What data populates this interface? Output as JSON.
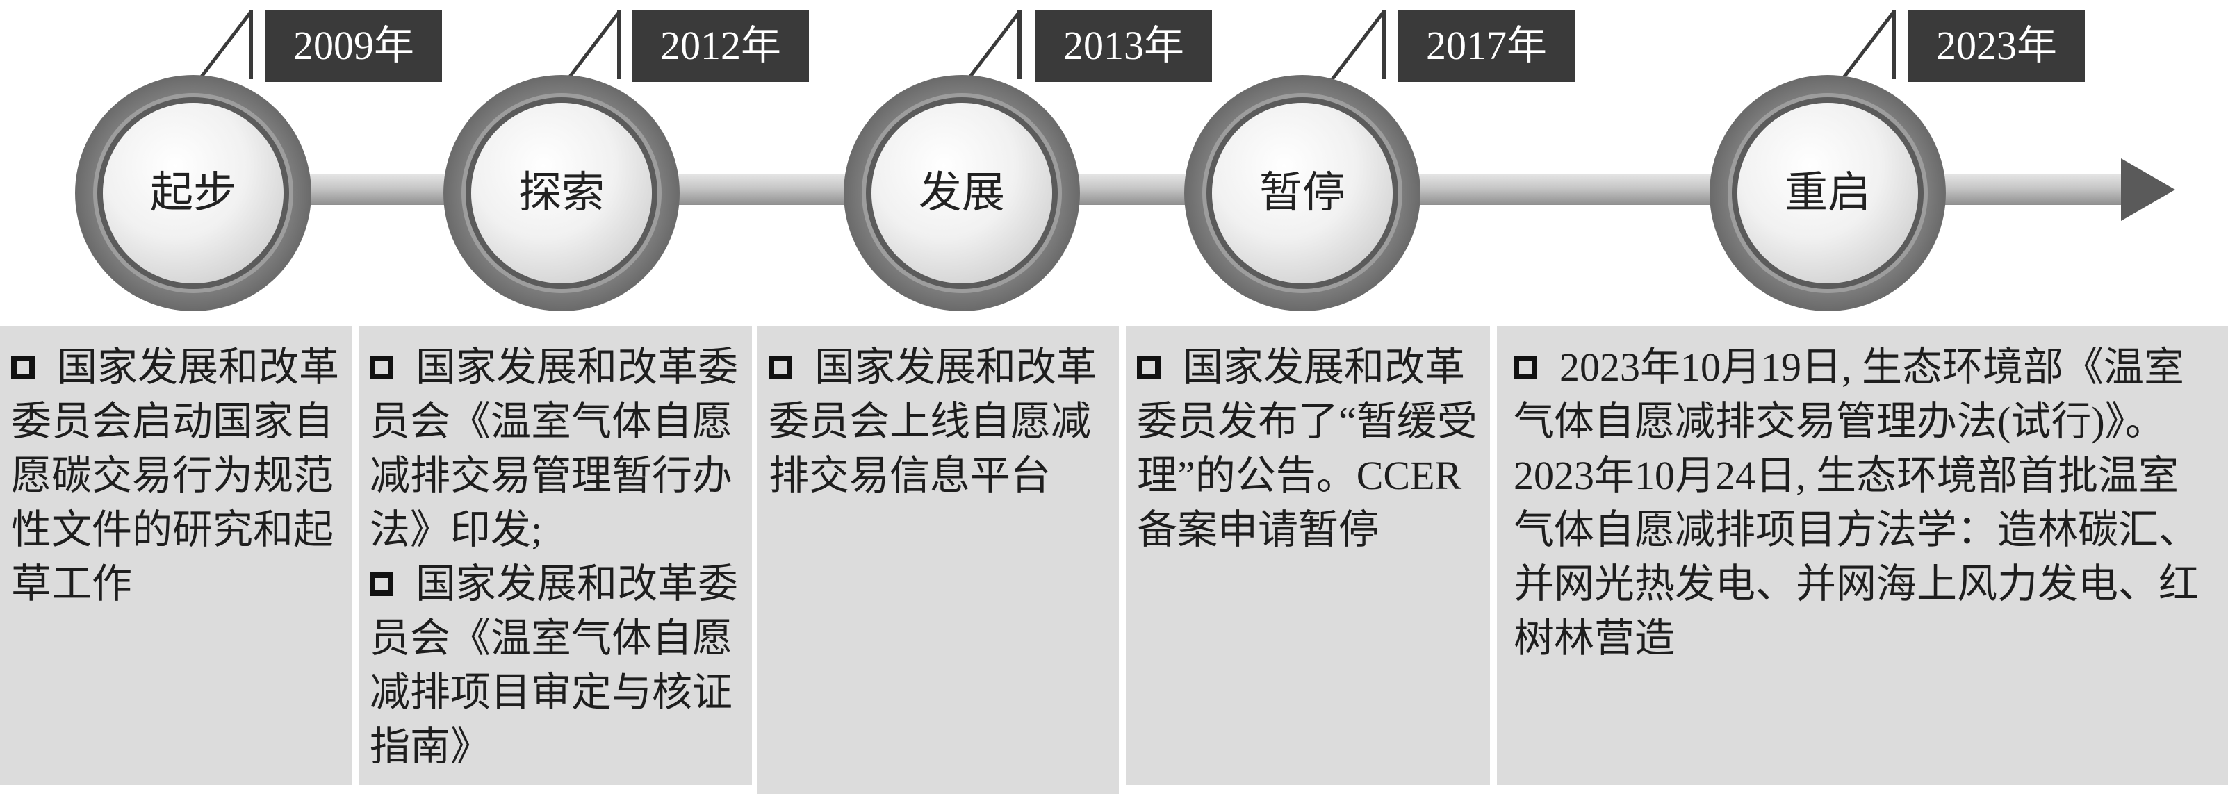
{
  "timeline": {
    "stages": [
      {
        "year": "2009年",
        "label": "起步"
      },
      {
        "year": "2012年",
        "label": "探索"
      },
      {
        "year": "2013年",
        "label": "发展"
      },
      {
        "year": "2017年",
        "label": "暂停"
      },
      {
        "year": "2023年",
        "label": "重启"
      }
    ],
    "columns": [
      {
        "paragraphs": [
          "国家发展和改革委员会启动国家自愿碳交易行为规范性文件的研究和起草工作"
        ]
      },
      {
        "paragraphs": [
          "国家发展和改革委员会《温室气体自愿减排交易管理暂行办法》印发;",
          "国家发展和改革委员会《温室气体自愿减排项目审定与核证指南》"
        ]
      },
      {
        "paragraphs": [
          "国家发展和改革委员会上线自愿减排交易信息平台"
        ]
      },
      {
        "paragraphs": [
          "国家发展和改革委员发布了“暂缓受理”的公告。CCER备案申请暂停"
        ]
      },
      {
        "paragraphs": [
          "2023年10月19日, 生态环境部《温室气体自愿减排交易管理办法(试行)》。2023年10月24日, 生态环境部首批温室气体自愿减排项目方法学：造林碳汇、并网光热发电、并网海上风力发电、红树林营造"
        ]
      }
    ]
  },
  "colors": {
    "year_box": "#3a3a3a",
    "axis": "#b5b5b5",
    "arrow": "#5a5a5a",
    "panel": "#dcdcdc"
  }
}
